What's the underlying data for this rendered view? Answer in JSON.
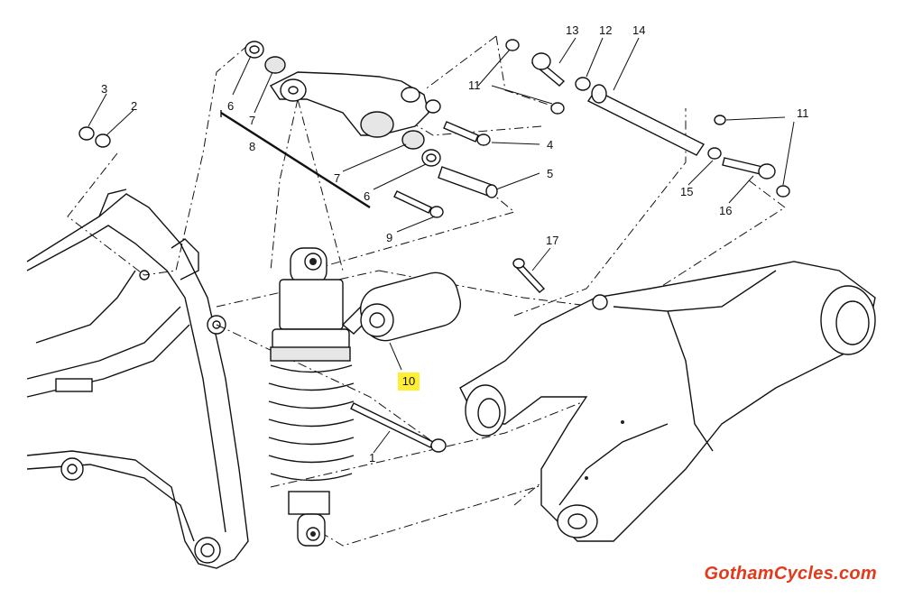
{
  "diagram": {
    "callouts": {
      "c1": "1",
      "c2": "2",
      "c3": "3",
      "c4": "4",
      "c5": "5",
      "c6a": "6",
      "c6b": "6",
      "c7a": "7",
      "c7b": "7",
      "c8": "8",
      "c9": "9",
      "c10": "10",
      "c11a": "11",
      "c11b": "11",
      "c12": "12",
      "c13": "13",
      "c14": "14",
      "c15": "15",
      "c16": "16",
      "c17": "17"
    },
    "highlight_color": "#ffee33"
  },
  "watermark": {
    "text": "GothamCycles.com",
    "color": "#e23a1a"
  }
}
